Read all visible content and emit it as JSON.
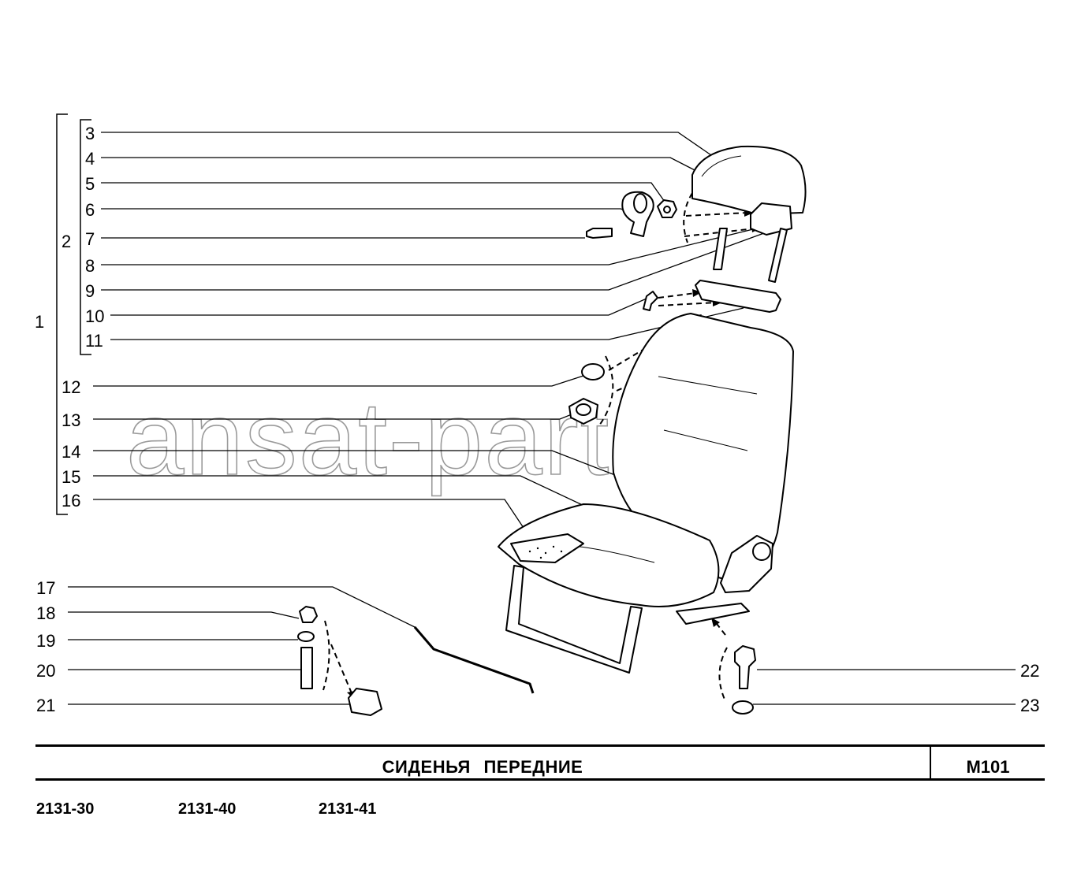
{
  "watermark": "ansat-parts.ru",
  "title": "СИДЕНЬЯ   ПЕРЕДНИЕ",
  "code": "M101",
  "models": [
    "2131-30",
    "2131-40",
    "2131-41"
  ],
  "callouts": {
    "n1": "1",
    "n2": "2",
    "n3": "3",
    "n4": "4",
    "n5": "5",
    "n6": "6",
    "n7": "7",
    "n8": "8",
    "n9": "9",
    "n10": "10",
    "n11": "11",
    "n12": "12",
    "n13": "13",
    "n14": "14",
    "n15": "15",
    "n16": "16",
    "n17": "17",
    "n18": "18",
    "n19": "19",
    "n20": "20",
    "n21": "21",
    "n22": "22",
    "n23": "23"
  }
}
